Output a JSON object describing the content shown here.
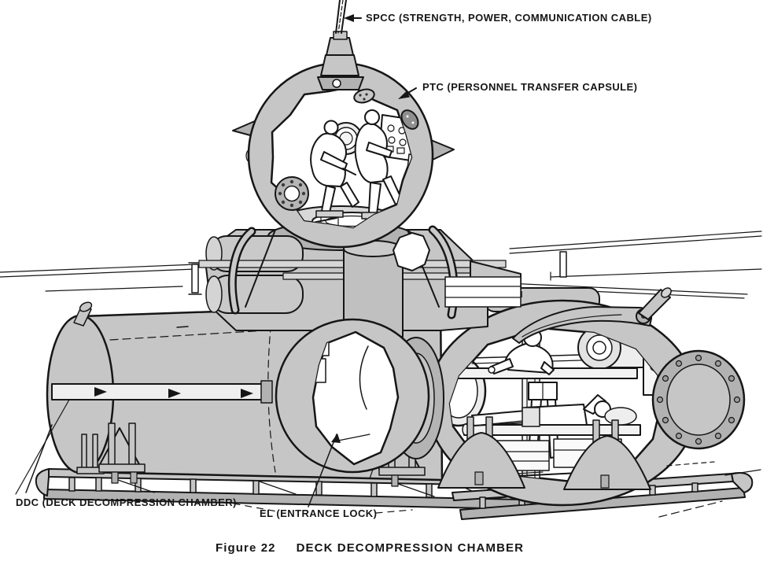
{
  "figure": {
    "number_label": "Figure 22",
    "title": "DECK DECOMPRESSION CHAMBER"
  },
  "callouts": {
    "spcc": "SPCC (STRENGTH, POWER, COMMUNICATION CABLE)",
    "ptc": "PTC (PERSONNEL TRANSFER CAPSULE)",
    "ddc": "DDC (DECK DECOMPRESSION CHAMBER)",
    "el": "EL (ENTRANCE LOCK)"
  },
  "colors": {
    "ink": "#161616",
    "metal_gray": "#c6c6c6",
    "metal_gray_dark": "#b2b2b2",
    "paper": "#ffffff"
  }
}
